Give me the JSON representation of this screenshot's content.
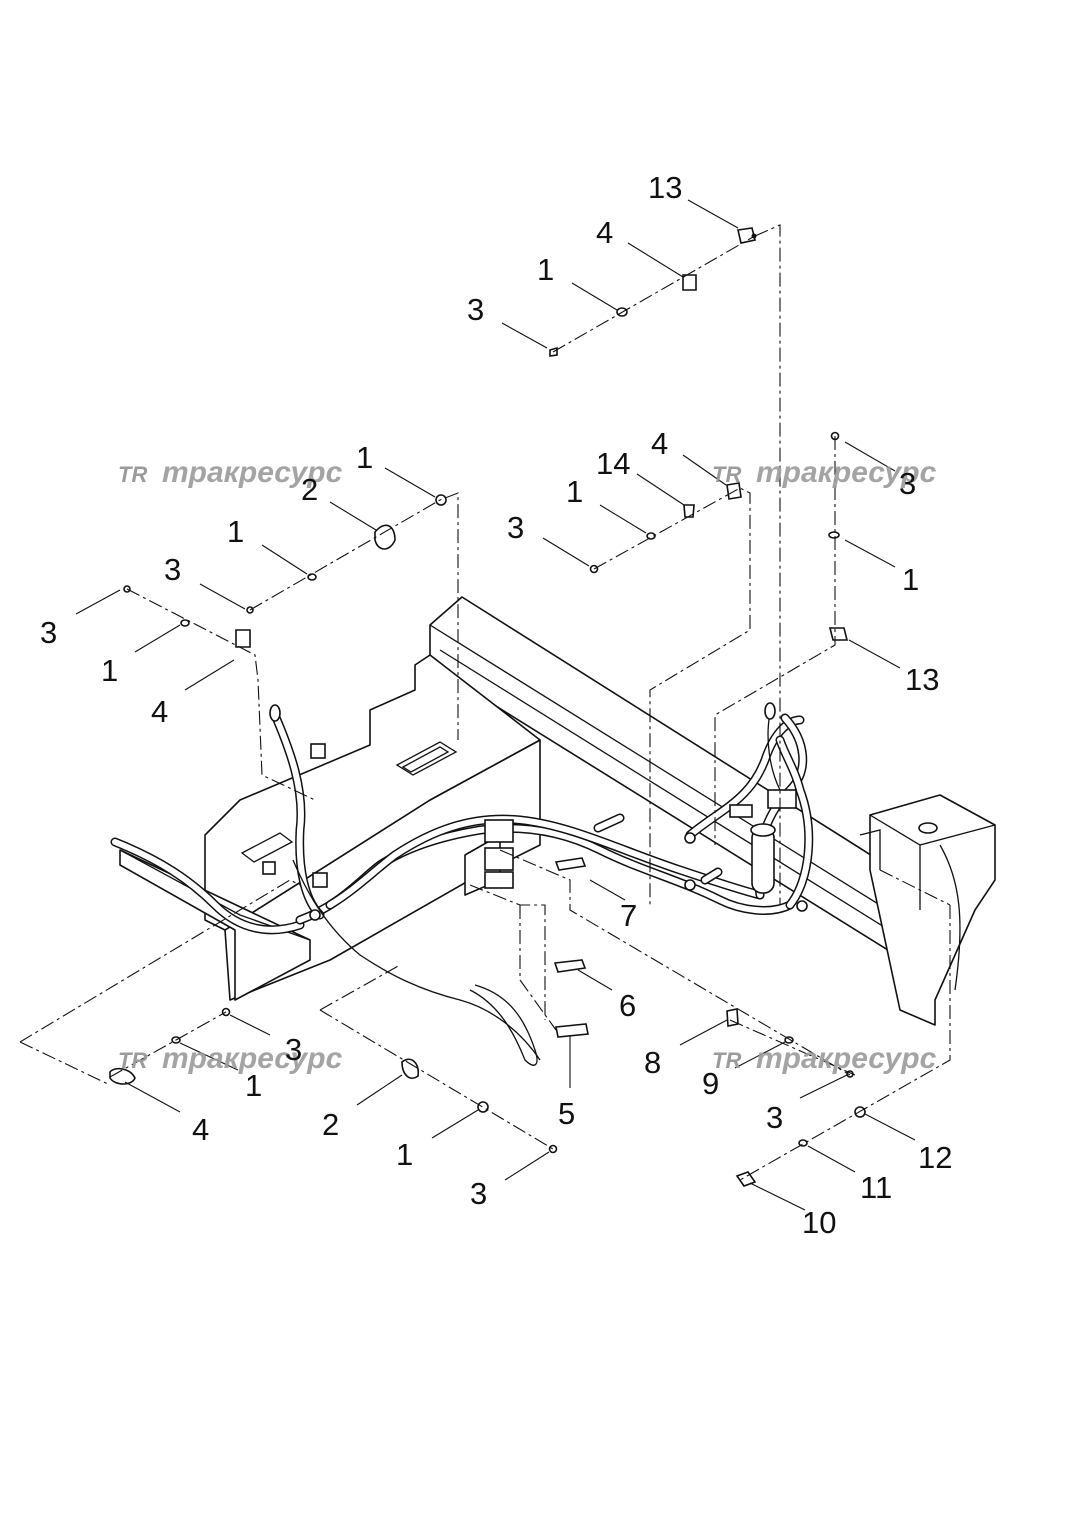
{
  "watermark": {
    "logo": "TR",
    "text": "тракресурс"
  },
  "callouts": [
    {
      "id": "c13a",
      "label": "13"
    },
    {
      "id": "c4a",
      "label": "4"
    },
    {
      "id": "c1a",
      "label": "1"
    },
    {
      "id": "c3a",
      "label": "3"
    },
    {
      "id": "c1b",
      "label": "1"
    },
    {
      "id": "c2a",
      "label": "2"
    },
    {
      "id": "c1c",
      "label": "1"
    },
    {
      "id": "c3b",
      "label": "3"
    },
    {
      "id": "c3c",
      "label": "3"
    },
    {
      "id": "c1d",
      "label": "1"
    },
    {
      "id": "c4b",
      "label": "4"
    },
    {
      "id": "c4c",
      "label": "4"
    },
    {
      "id": "c14a",
      "label": "14"
    },
    {
      "id": "c1e",
      "label": "1"
    },
    {
      "id": "c3d",
      "label": "3"
    },
    {
      "id": "c3e",
      "label": "3"
    },
    {
      "id": "c1f",
      "label": "1"
    },
    {
      "id": "c13b",
      "label": "13"
    },
    {
      "id": "c7",
      "label": "7"
    },
    {
      "id": "c6",
      "label": "6"
    },
    {
      "id": "c8",
      "label": "8"
    },
    {
      "id": "c9",
      "label": "9"
    },
    {
      "id": "c3f",
      "label": "3"
    },
    {
      "id": "c12",
      "label": "12"
    },
    {
      "id": "c11",
      "label": "11"
    },
    {
      "id": "c10",
      "label": "10"
    },
    {
      "id": "c5",
      "label": "5"
    },
    {
      "id": "c3g",
      "label": "3"
    },
    {
      "id": "c1g",
      "label": "1"
    },
    {
      "id": "c4d",
      "label": "4"
    },
    {
      "id": "c2b",
      "label": "2"
    },
    {
      "id": "c1h",
      "label": "1"
    },
    {
      "id": "c3h",
      "label": "3"
    }
  ]
}
